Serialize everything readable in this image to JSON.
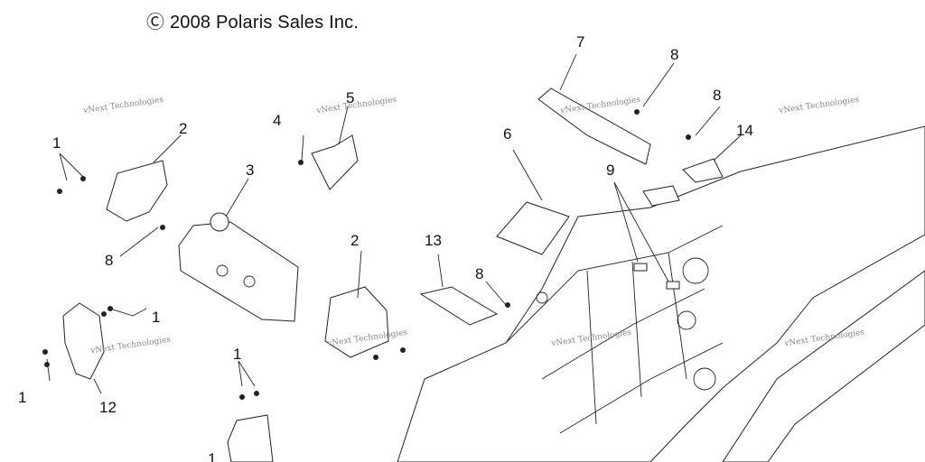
{
  "copyright": "Ⓒ 2008 Polaris Sales Inc.",
  "watermark": "vNext Technologies",
  "callouts": [
    "1",
    "2",
    "3",
    "4",
    "5",
    "1",
    "7",
    "8",
    "8",
    "6",
    "14",
    "9",
    "8",
    "2",
    "13",
    "8",
    "1",
    "12",
    "1",
    "1"
  ]
}
